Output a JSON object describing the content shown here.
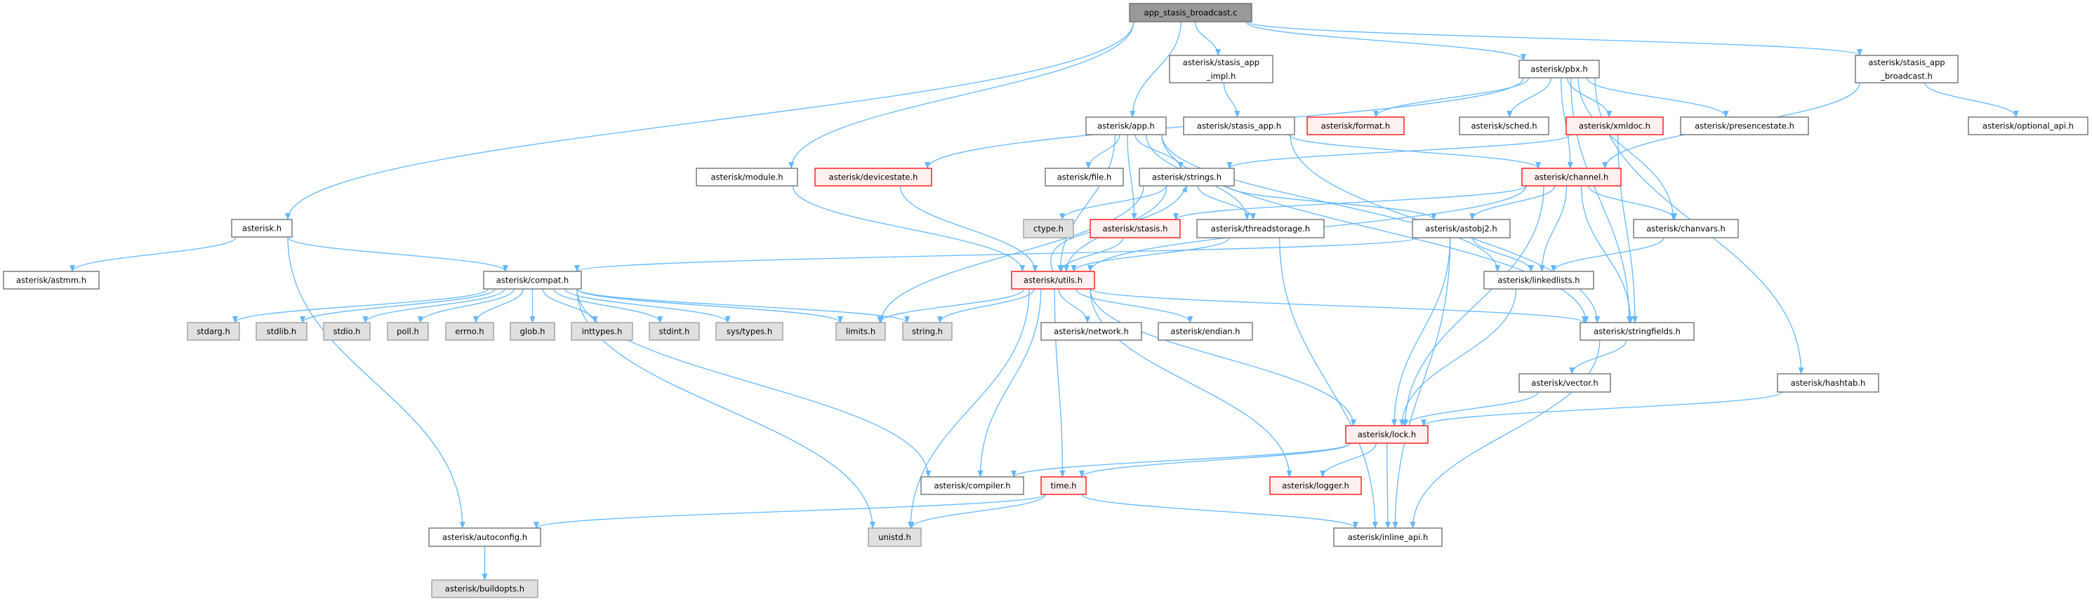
{
  "title": "app_stasis_broadcast.c",
  "colors": {
    "edge": "#63b8ff",
    "red_border": "#ff0000",
    "red_fill": "#fff0f0",
    "gray_fill": "#e0e0e0",
    "root_fill": "#999999"
  },
  "nodes": [
    {
      "id": "root",
      "lines": [
        "app_stasis_broadcast.c"
      ],
      "style": "root"
    },
    {
      "id": "asterisk_h",
      "lines": [
        "asterisk.h"
      ],
      "style": "normal"
    },
    {
      "id": "astmm",
      "lines": [
        "asterisk/astmm.h"
      ],
      "style": "normal"
    },
    {
      "id": "compat",
      "lines": [
        "asterisk/compat.h"
      ],
      "style": "normal"
    },
    {
      "id": "module",
      "lines": [
        "asterisk/module.h"
      ],
      "style": "normal"
    },
    {
      "id": "app",
      "lines": [
        "asterisk/app.h"
      ],
      "style": "normal"
    },
    {
      "id": "impl",
      "lines": [
        "asterisk/stasis_app",
        "_impl.h"
      ],
      "style": "normal"
    },
    {
      "id": "stasis_app",
      "lines": [
        "asterisk/stasis_app.h"
      ],
      "style": "normal"
    },
    {
      "id": "pbx",
      "lines": [
        "asterisk/pbx.h"
      ],
      "style": "normal"
    },
    {
      "id": "broadcast",
      "lines": [
        "asterisk/stasis_app",
        "_broadcast.h"
      ],
      "style": "normal"
    },
    {
      "id": "format",
      "lines": [
        "asterisk/format.h"
      ],
      "style": "red"
    },
    {
      "id": "sched",
      "lines": [
        "asterisk/sched.h"
      ],
      "style": "normal"
    },
    {
      "id": "xmldoc",
      "lines": [
        "asterisk/xmldoc.h"
      ],
      "style": "red"
    },
    {
      "id": "presence",
      "lines": [
        "asterisk/presencestate.h"
      ],
      "style": "normal"
    },
    {
      "id": "optional",
      "lines": [
        "asterisk/optional_api.h"
      ],
      "style": "normal"
    },
    {
      "id": "devicestate",
      "lines": [
        "asterisk/devicestate.h"
      ],
      "style": "red"
    },
    {
      "id": "file",
      "lines": [
        "asterisk/file.h"
      ],
      "style": "normal"
    },
    {
      "id": "strings",
      "lines": [
        "asterisk/strings.h"
      ],
      "style": "normal"
    },
    {
      "id": "channel",
      "lines": [
        "asterisk/channel.h"
      ],
      "style": "red"
    },
    {
      "id": "ctype",
      "lines": [
        "ctype.h"
      ],
      "style": "gray"
    },
    {
      "id": "stasis",
      "lines": [
        "asterisk/stasis.h"
      ],
      "style": "red"
    },
    {
      "id": "threadstorage",
      "lines": [
        "asterisk/threadstorage.h"
      ],
      "style": "normal"
    },
    {
      "id": "astobj2",
      "lines": [
        "asterisk/astobj2.h"
      ],
      "style": "normal"
    },
    {
      "id": "chanvars",
      "lines": [
        "asterisk/chanvars.h"
      ],
      "style": "normal"
    },
    {
      "id": "utils",
      "lines": [
        "asterisk/utils.h"
      ],
      "style": "red"
    },
    {
      "id": "linkedlists",
      "lines": [
        "asterisk/linkedlists.h"
      ],
      "style": "normal"
    },
    {
      "id": "stdarg",
      "lines": [
        "stdarg.h"
      ],
      "style": "gray"
    },
    {
      "id": "stdlib",
      "lines": [
        "stdlib.h"
      ],
      "style": "gray"
    },
    {
      "id": "stdio",
      "lines": [
        "stdio.h"
      ],
      "style": "gray"
    },
    {
      "id": "poll",
      "lines": [
        "poll.h"
      ],
      "style": "gray"
    },
    {
      "id": "errno",
      "lines": [
        "errno.h"
      ],
      "style": "gray"
    },
    {
      "id": "glob",
      "lines": [
        "glob.h"
      ],
      "style": "gray"
    },
    {
      "id": "inttypes",
      "lines": [
        "inttypes.h"
      ],
      "style": "gray"
    },
    {
      "id": "stdint",
      "lines": [
        "stdint.h"
      ],
      "style": "gray"
    },
    {
      "id": "systypes",
      "lines": [
        "sys/types.h"
      ],
      "style": "gray"
    },
    {
      "id": "limits",
      "lines": [
        "limits.h"
      ],
      "style": "gray"
    },
    {
      "id": "string",
      "lines": [
        "string.h"
      ],
      "style": "gray"
    },
    {
      "id": "network",
      "lines": [
        "asterisk/network.h"
      ],
      "style": "normal"
    },
    {
      "id": "endian",
      "lines": [
        "asterisk/endian.h"
      ],
      "style": "normal"
    },
    {
      "id": "stringfields",
      "lines": [
        "asterisk/stringfields.h"
      ],
      "style": "normal"
    },
    {
      "id": "vector",
      "lines": [
        "asterisk/vector.h"
      ],
      "style": "normal"
    },
    {
      "id": "hashtab",
      "lines": [
        "asterisk/hashtab.h"
      ],
      "style": "normal"
    },
    {
      "id": "lock",
      "lines": [
        "asterisk/lock.h"
      ],
      "style": "red"
    },
    {
      "id": "compiler",
      "lines": [
        "asterisk/compiler.h"
      ],
      "style": "normal"
    },
    {
      "id": "time",
      "lines": [
        "time.h"
      ],
      "style": "red"
    },
    {
      "id": "logger",
      "lines": [
        "asterisk/logger.h"
      ],
      "style": "red"
    },
    {
      "id": "autoconfig",
      "lines": [
        "asterisk/autoconfig.h"
      ],
      "style": "normal"
    },
    {
      "id": "unistd",
      "lines": [
        "unistd.h"
      ],
      "style": "gray"
    },
    {
      "id": "inline",
      "lines": [
        "asterisk/inline_api.h"
      ],
      "style": "normal"
    },
    {
      "id": "buildopts",
      "lines": [
        "asterisk/buildopts.h"
      ],
      "style": "gray"
    }
  ],
  "edges": [
    [
      "root",
      "asterisk_h"
    ],
    [
      "root",
      "module"
    ],
    [
      "root",
      "app"
    ],
    [
      "root",
      "impl"
    ],
    [
      "root",
      "pbx"
    ],
    [
      "root",
      "broadcast"
    ],
    [
      "impl",
      "stasis_app"
    ],
    [
      "stasis_app",
      "channel"
    ],
    [
      "stasis_app",
      "stringfields"
    ],
    [
      "broadcast",
      "optional"
    ],
    [
      "broadcast",
      "channel"
    ],
    [
      "pbx",
      "devicestate"
    ],
    [
      "pbx",
      "format"
    ],
    [
      "pbx",
      "sched"
    ],
    [
      "pbx",
      "xmldoc"
    ],
    [
      "pbx",
      "presence"
    ],
    [
      "pbx",
      "channel"
    ],
    [
      "pbx",
      "chanvars"
    ],
    [
      "pbx",
      "stringfields"
    ],
    [
      "pbx",
      "hashtab"
    ],
    [
      "xmldoc",
      "strings"
    ],
    [
      "xmldoc",
      "stringfields"
    ],
    [
      "app",
      "file"
    ],
    [
      "app",
      "strings"
    ],
    [
      "app",
      "threadstorage"
    ],
    [
      "app",
      "utils"
    ],
    [
      "app",
      "stasis"
    ],
    [
      "app",
      "linkedlists"
    ],
    [
      "app",
      "stringfields"
    ],
    [
      "module",
      "utils"
    ],
    [
      "devicestate",
      "utils"
    ],
    [
      "strings",
      "ctype"
    ],
    [
      "strings",
      "threadstorage"
    ],
    [
      "strings",
      "utils"
    ],
    [
      "strings",
      "astobj2"
    ],
    [
      "strings",
      "limits"
    ],
    [
      "utils",
      "strings"
    ],
    [
      "utils",
      "limits"
    ],
    [
      "utils",
      "string"
    ],
    [
      "utils",
      "network"
    ],
    [
      "utils",
      "endian"
    ],
    [
      "utils",
      "time"
    ],
    [
      "utils",
      "unistd"
    ],
    [
      "utils",
      "logger"
    ],
    [
      "utils",
      "lock"
    ],
    [
      "utils",
      "stringfields"
    ],
    [
      "utils",
      "compiler"
    ],
    [
      "stasis",
      "utils"
    ],
    [
      "threadstorage",
      "utils"
    ],
    [
      "threadstorage",
      "inline"
    ],
    [
      "channel",
      "stasis"
    ],
    [
      "channel",
      "utils"
    ],
    [
      "channel",
      "astobj2"
    ],
    [
      "channel",
      "chanvars"
    ],
    [
      "channel",
      "linkedlists"
    ],
    [
      "channel",
      "lock"
    ],
    [
      "channel",
      "stringfields"
    ],
    [
      "astobj2",
      "compat"
    ],
    [
      "astobj2",
      "linkedlists"
    ],
    [
      "astobj2",
      "lock"
    ],
    [
      "astobj2",
      "inline"
    ],
    [
      "chanvars",
      "linkedlists"
    ],
    [
      "linkedlists",
      "lock"
    ],
    [
      "stringfields",
      "vector"
    ],
    [
      "stringfields",
      "inline"
    ],
    [
      "vector",
      "lock"
    ],
    [
      "hashtab",
      "lock"
    ],
    [
      "lock",
      "compiler"
    ],
    [
      "lock",
      "time"
    ],
    [
      "lock",
      "logger"
    ],
    [
      "lock",
      "inline"
    ],
    [
      "time",
      "autoconfig"
    ],
    [
      "time",
      "unistd"
    ],
    [
      "time",
      "inline"
    ],
    [
      "asterisk_h",
      "astmm"
    ],
    [
      "asterisk_h",
      "compat"
    ],
    [
      "asterisk_h",
      "autoconfig"
    ],
    [
      "compat",
      "stdarg"
    ],
    [
      "compat",
      "stdlib"
    ],
    [
      "compat",
      "stdio"
    ],
    [
      "compat",
      "poll"
    ],
    [
      "compat",
      "errno"
    ],
    [
      "compat",
      "glob"
    ],
    [
      "compat",
      "inttypes"
    ],
    [
      "compat",
      "stdint"
    ],
    [
      "compat",
      "systypes"
    ],
    [
      "compat",
      "limits"
    ],
    [
      "compat",
      "string"
    ],
    [
      "compat",
      "compiler"
    ],
    [
      "compat",
      "unistd"
    ],
    [
      "autoconfig",
      "buildopts"
    ]
  ]
}
